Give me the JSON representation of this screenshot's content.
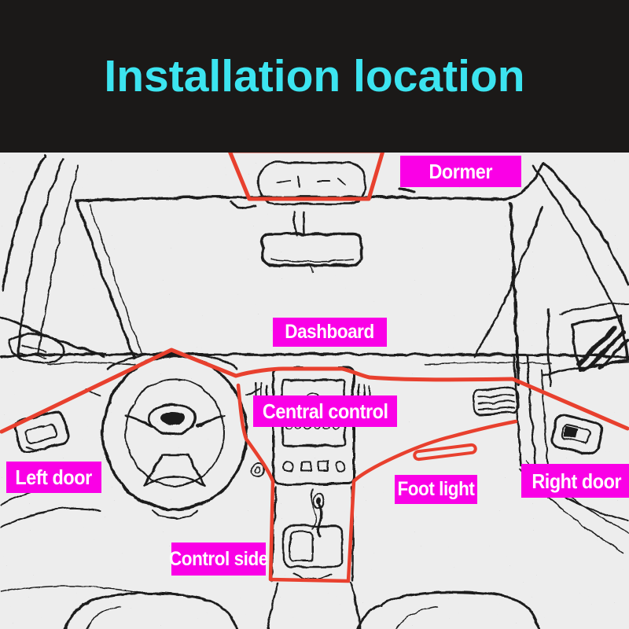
{
  "poster": {
    "title": "Installation location"
  },
  "annotations": {
    "dormer": "Dormer",
    "dashboard": "Dashboard",
    "central_control": "Central control",
    "left_door": "Left door",
    "right_door": "Right door",
    "foot_light": "Foot light",
    "control_side": "Control side"
  },
  "colors": {
    "header_bg": "#1b1918",
    "title_text": "#3ce4f0",
    "label_bg": "#fa00e6",
    "label_text": "#ffffff",
    "strip_red": "#e8402e",
    "sketch_bg": "#ededed",
    "sketch_line": "#1a1a1a"
  }
}
